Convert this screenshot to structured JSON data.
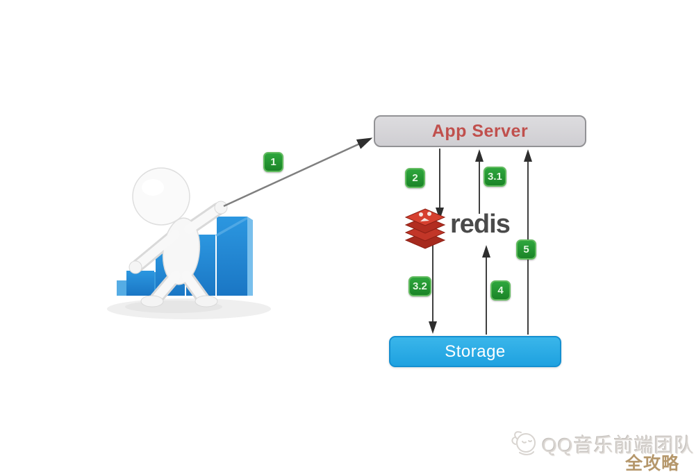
{
  "diagram": {
    "nodes": {
      "app_server": {
        "label": "App Server",
        "bg": "#d6d6d8",
        "border": "#929295",
        "text_color": "#c0504d"
      },
      "redis": {
        "label": "redis",
        "icon": "redis-stack-icon",
        "icon_color": "#c0392b",
        "text_color": "#4a4a4a"
      },
      "storage": {
        "label": "Storage",
        "bg": "#29abe2",
        "border": "#158fd0",
        "text_color": "#ffffff"
      }
    },
    "badges": [
      {
        "label": "1",
        "from": "client-figure",
        "to": "app-server",
        "direction": "up-right"
      },
      {
        "label": "2",
        "from": "app-server",
        "to": "redis",
        "direction": "down"
      },
      {
        "label": "3.1",
        "from": "redis",
        "to": "app-server",
        "direction": "up"
      },
      {
        "label": "3.2",
        "from": "redis",
        "to": "storage",
        "direction": "down"
      },
      {
        "label": "4",
        "from": "storage",
        "to": "redis",
        "direction": "up"
      },
      {
        "label": "5",
        "from": "storage",
        "to": "app-server",
        "direction": "up"
      }
    ],
    "colors": {
      "badge_green": "#1f9230",
      "badge_border": "#62bb5f",
      "arrow": "#3f3f3f",
      "pointer_line": "#7f7f7f"
    }
  },
  "illustration": {
    "name": "white-3d-figure-pointing-at-app-server",
    "props": "ascending blue bar chart behind figure",
    "bar_count": 5,
    "bar_color": "#2190d8"
  },
  "watermark": {
    "team_name": "QQ音乐前端团队",
    "overlay_label": "全攻略",
    "overlay_color": "#b5976b",
    "icon": "bird-sketch-icon"
  }
}
